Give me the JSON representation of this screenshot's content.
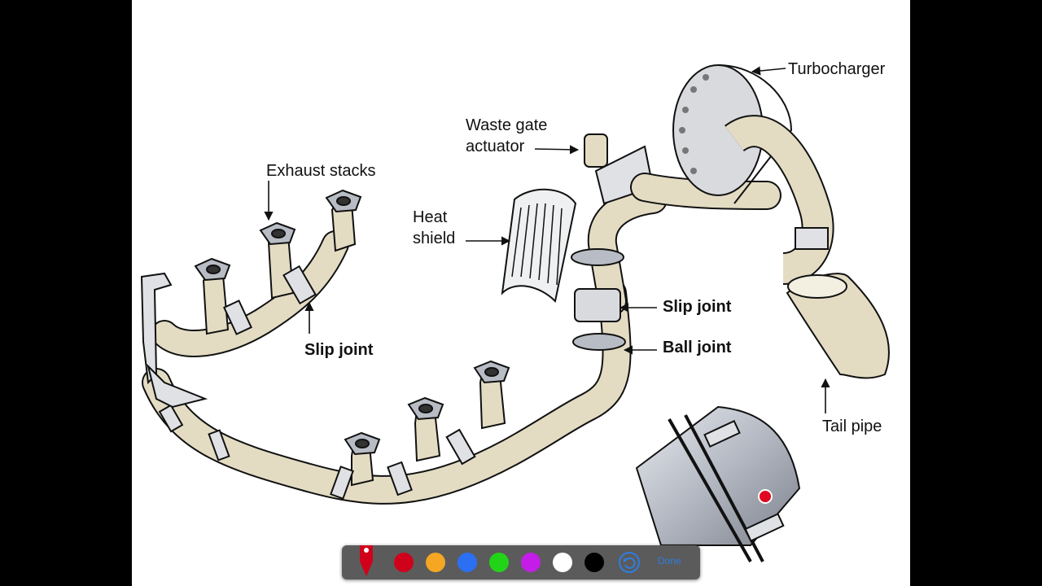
{
  "labels": {
    "turbocharger": "Turbocharger",
    "waste_gate_line1": "Waste gate",
    "waste_gate_line2": "actuator",
    "exhaust_stacks": "Exhaust stacks",
    "heat_line1": "Heat",
    "heat_line2": "shield",
    "slip_joint_left": "Slip joint",
    "slip_joint_right": "Slip joint",
    "ball_joint": "Ball joint",
    "tail_pipe": "Tail pipe"
  },
  "toolbar": {
    "colors": [
      "#d0021b",
      "#f5a623",
      "#2b6ff2",
      "#22d418",
      "#c41de8",
      "#ffffff",
      "#000000"
    ],
    "done_label": "Done",
    "pen_color": "#d0021b",
    "undo_icon": "undo-icon"
  },
  "pipe_color": "#e3dcc3",
  "metal_color": "#b8bcc4"
}
